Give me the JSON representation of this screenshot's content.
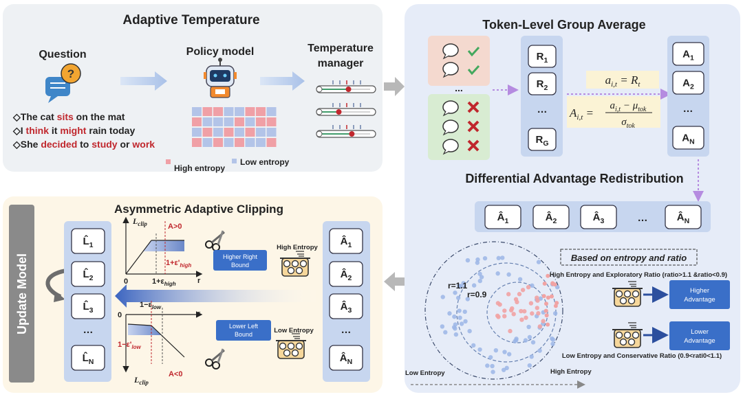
{
  "panels": {
    "adaptive_temperature": {
      "title": "Adaptive Temperature",
      "question_label": "Question",
      "policy_label": "Policy model",
      "temp_manager_label": [
        "Temperature",
        "manager"
      ],
      "sentences": [
        [
          {
            "t": "◇The cat ",
            "h": false
          },
          {
            "t": "sits",
            "h": true
          },
          {
            "t": " on the mat",
            "h": false
          }
        ],
        [
          {
            "t": "◇I ",
            "h": false
          },
          {
            "t": "think",
            "h": true
          },
          {
            "t": " it ",
            "h": false
          },
          {
            "t": "might",
            "h": true
          },
          {
            "t": " rain today",
            "h": false
          }
        ],
        [
          {
            "t": "◇She ",
            "h": false
          },
          {
            "t": "decided",
            "h": true
          },
          {
            "t": " to ",
            "h": false
          },
          {
            "t": "study",
            "h": true
          },
          {
            "t": " or ",
            "h": false
          },
          {
            "t": "work",
            "h": true
          }
        ]
      ],
      "legend_high": "High entropy",
      "legend_low": "Low entropy"
    },
    "token_level": {
      "title": "Token-Level Group Average",
      "ellipsis": "...",
      "rewards": [
        "R1",
        "R2",
        "…",
        "RG"
      ],
      "advantages": [
        "A1",
        "A2",
        "…",
        "AN"
      ],
      "formula_top": "a_{i,t} = R_t",
      "formula_bottom": "A_{i,t} = (a_{i,t} − μ_tok) / σ_tok"
    },
    "differential": {
      "title": "Differential Advantage Redistribution",
      "hat_advantages": [
        "Â1",
        "Â2",
        "Â3",
        "…",
        "ÂN"
      ],
      "based_on": "Based on entropy and ratio",
      "r_outer": "r=1.1",
      "r_inner": "r=0.9",
      "high_cond": "High Entropy and Exploratory Ratio (ratio>1.1 &ratio<0.9)",
      "low_cond": "Low Entropy and Conservative Ratio (0.9<rati0<1.1)",
      "higher_adv": [
        "Higher",
        "Advantage"
      ],
      "lower_adv": [
        "Lower",
        "Advantage"
      ],
      "axis_low": "Low Entropy",
      "axis_high": "High Entropy"
    },
    "asymmetric": {
      "title": "Asymmetric Adaptive Clipping",
      "update_model": "Update Model",
      "losses": [
        "L̂1",
        "L̂2",
        "L̂3",
        "…",
        "L̂N"
      ],
      "hat_advantages": [
        "Â1",
        "Â2",
        "Â3",
        "…",
        "ÂN"
      ],
      "top_plot": {
        "ylabel": "L_clip",
        "a_label": "A>0",
        "eps_label": "1+ε'_high",
        "x0": "0",
        "x1": "1+ε_high",
        "r": "r"
      },
      "bottom_plot": {
        "ylabel": "L_clip",
        "a_label": "A<0",
        "eps_label": "1−ε'_low",
        "x0": "0",
        "x1": "1−ε_low",
        "r": "r"
      },
      "higher_right": [
        "Higher Right",
        "Bound"
      ],
      "lower_left": [
        "Lower Left",
        "Bound"
      ],
      "high_entropy": "High Entropy",
      "low_entropy": "Low Entropy"
    }
  },
  "colors": {
    "accent_red": "#c0272d",
    "button_blue": "#3a6fc8",
    "panel_grey": "#eef1f4",
    "panel_yellow": "#fdf6e7",
    "panel_blue": "#e6ecf8"
  }
}
